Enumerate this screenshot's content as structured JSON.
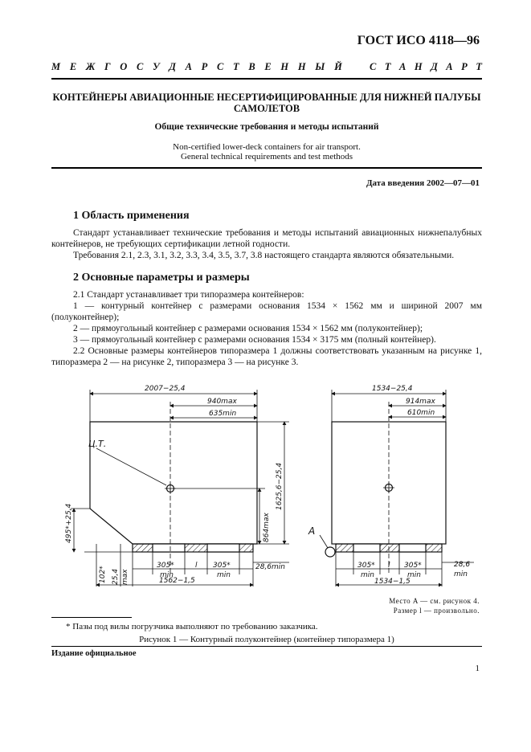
{
  "header": {
    "doc_code": "ГОСТ ИСО 4118—96",
    "banner_word1": [
      "М",
      "Е",
      "Ж",
      "Г",
      "О",
      "С",
      "У",
      "Д",
      "А",
      "Р",
      "С",
      "Т",
      "В",
      "Е",
      "Н",
      "Н",
      "Ы",
      "Й"
    ],
    "banner_word2": [
      "С",
      "Т",
      "А",
      "Н",
      "Д",
      "А",
      "Р",
      "Т"
    ]
  },
  "title": {
    "main": "КОНТЕЙНЕРЫ АВИАЦИОННЫЕ НЕСЕРТИФИЦИРОВАННЫЕ ДЛЯ НИЖНЕЙ ПАЛУБЫ САМОЛЕТОВ",
    "subtitle": "Общие технические требования и методы испытаний",
    "english_line1": "Non-certified lower-deck containers for air transport.",
    "english_line2": "General technical requirements and test methods",
    "date": "Дата введения 2002—07—01"
  },
  "section1": {
    "heading": "1 Область применения",
    "p1": "Стандарт устанавливает технические требования и методы испытаний авиационных нижнепалубных контейнеров, не требующих сертификации летной годности.",
    "p2": "Требования 2.1, 2.3, 3.1, 3.2, 3.3, 3.4, 3.5, 3.7, 3.8 настоящего стандарта являются обязательными."
  },
  "section2": {
    "heading": "2 Основные параметры и размеры",
    "p1": "2.1 Стандарт устанавливает три типоразмера контейнеров:",
    "p2": "1 — контурный контейнер с размерами основания 1534 × 1562 мм и шириной 2007 мм (полуконтейнер);",
    "p3": "2 — прямоугольный контейнер с размерами основания 1534 × 1562 мм (полуконтейнер);",
    "p4": "3 — прямоугольный контейнер с размерами основания 1534 × 3175 мм (полный контейнер).",
    "p5": "2.2 Основные размеры контейнеров типоразмера 1 должны соответствовать указанным на рисунке 1, типоразмера 2 — на рисунке 2, типоразмера 3 — на рисунке 3."
  },
  "figure": {
    "left": {
      "width_top": "2007−25,4",
      "max940": "940max",
      "min635": "635min",
      "cg": "Ц.Т.",
      "height": "1625,6−25,4",
      "h864": "864max",
      "h495": "495*+25,4",
      "h102": "102*",
      "h254": "25,4",
      "h254b": "max",
      "d305a": "305*",
      "d305a_min": "min",
      "l": "l",
      "d305b": "305*",
      "d305b_min": "min",
      "d286": "28,6min",
      "base": "1562−1,5"
    },
    "right": {
      "width_top": "1534−25,4",
      "max914": "914max",
      "min610": "610min",
      "place_a": "A",
      "d305a": "305*",
      "d305a_min": "min",
      "l": "l",
      "d305b": "305*",
      "d305b_min": "min",
      "d286": "28,6",
      "d286_min": "min",
      "base": "1534−1,5"
    },
    "note1": "Место A — см. рисунок 4.",
    "note2": "Размер l — произвольно."
  },
  "footnote": "* Пазы под вилы погрузчика выполняют по требованию заказчика.",
  "caption": "Рисунок 1 — Контурный полуконтейнер (контейнер типоразмера 1)",
  "official": "Издание официальное",
  "page_number": "1"
}
